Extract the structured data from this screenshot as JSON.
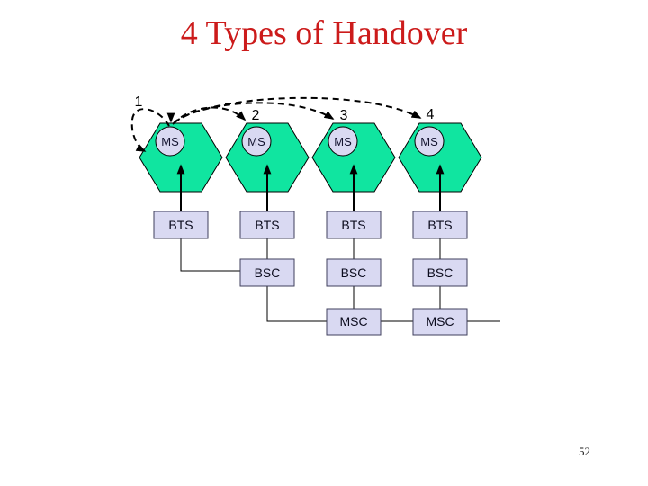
{
  "title": "4 Types of Handover",
  "page_number": "52",
  "colors": {
    "title_red": "#cc1b1b",
    "cell_green": "#10e5a0",
    "node_fill": "#d9d9f2"
  },
  "diagram": {
    "type_labels": [
      "1",
      "2",
      "3",
      "4"
    ],
    "ms_labels": [
      "MS",
      "MS",
      "MS",
      "MS"
    ],
    "bts_labels": [
      "BTS",
      "BTS",
      "BTS",
      "BTS"
    ],
    "bsc_labels": [
      "BSC",
      "BSC",
      "BSC"
    ],
    "msc_labels": [
      "MSC",
      "MSC"
    ]
  }
}
